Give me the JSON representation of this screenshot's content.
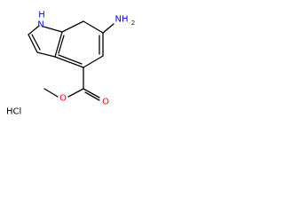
{
  "colors": {
    "bond": "#000000",
    "nitrogen": "#0000ff",
    "oxygen": "#ff0000",
    "carbon_text": "#000000",
    "salt": "#000000"
  },
  "labels": {
    "indole_nitrogen": "N",
    "indole_hydrogen": "H",
    "amine_nitrogen": "NH",
    "amine_subscript": "2",
    "ester_oxygen": "O",
    "carbonyl_oxygen": "O",
    "salt": "HCl"
  }
}
